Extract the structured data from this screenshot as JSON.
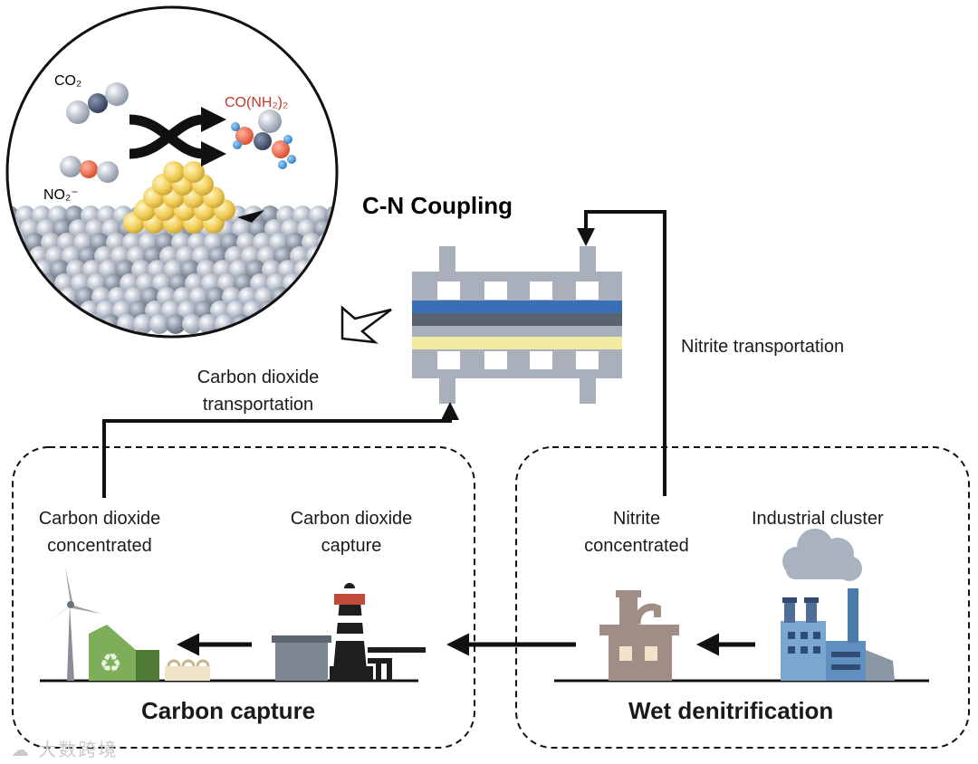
{
  "inset": {
    "co2_label": "CO₂",
    "urea_label": "CO(NH₂)₂",
    "no2_label": "NO₂⁻"
  },
  "coupling": {
    "title": "C-N Coupling"
  },
  "flows": {
    "co2_transport_line1": "Carbon dioxide",
    "co2_transport_line2": "transportation",
    "nitrite_transport": "Nitrite transportation"
  },
  "carbon_capture": {
    "title": "Carbon capture",
    "concentrated_line1": "Carbon dioxide",
    "concentrated_line2": "concentrated",
    "capture_line1": "Carbon dioxide",
    "capture_line2": "capture"
  },
  "wet_denitrification": {
    "title": "Wet denitrification",
    "nitrite_line1": "Nitrite",
    "nitrite_line2": "concentrated",
    "industrial": "Industrial cluster"
  },
  "watermark": "大数跨境",
  "colors": {
    "arrow": "#111111",
    "urea_text": "#c0392b",
    "gold_atom": "#f2cf5a",
    "oxygen_atom": "#e8603c",
    "nitrogen_atom": "#3a8fd6",
    "membrane_blue": "#3b6fb5",
    "membrane_dark": "#5a6470",
    "membrane_yellow": "#f2eaa0",
    "cell_gray": "#a9b0bb",
    "factory_blue": "#7aa6cf",
    "recycle_green": "#7fae5a",
    "cloud": "#a8b3bf"
  }
}
